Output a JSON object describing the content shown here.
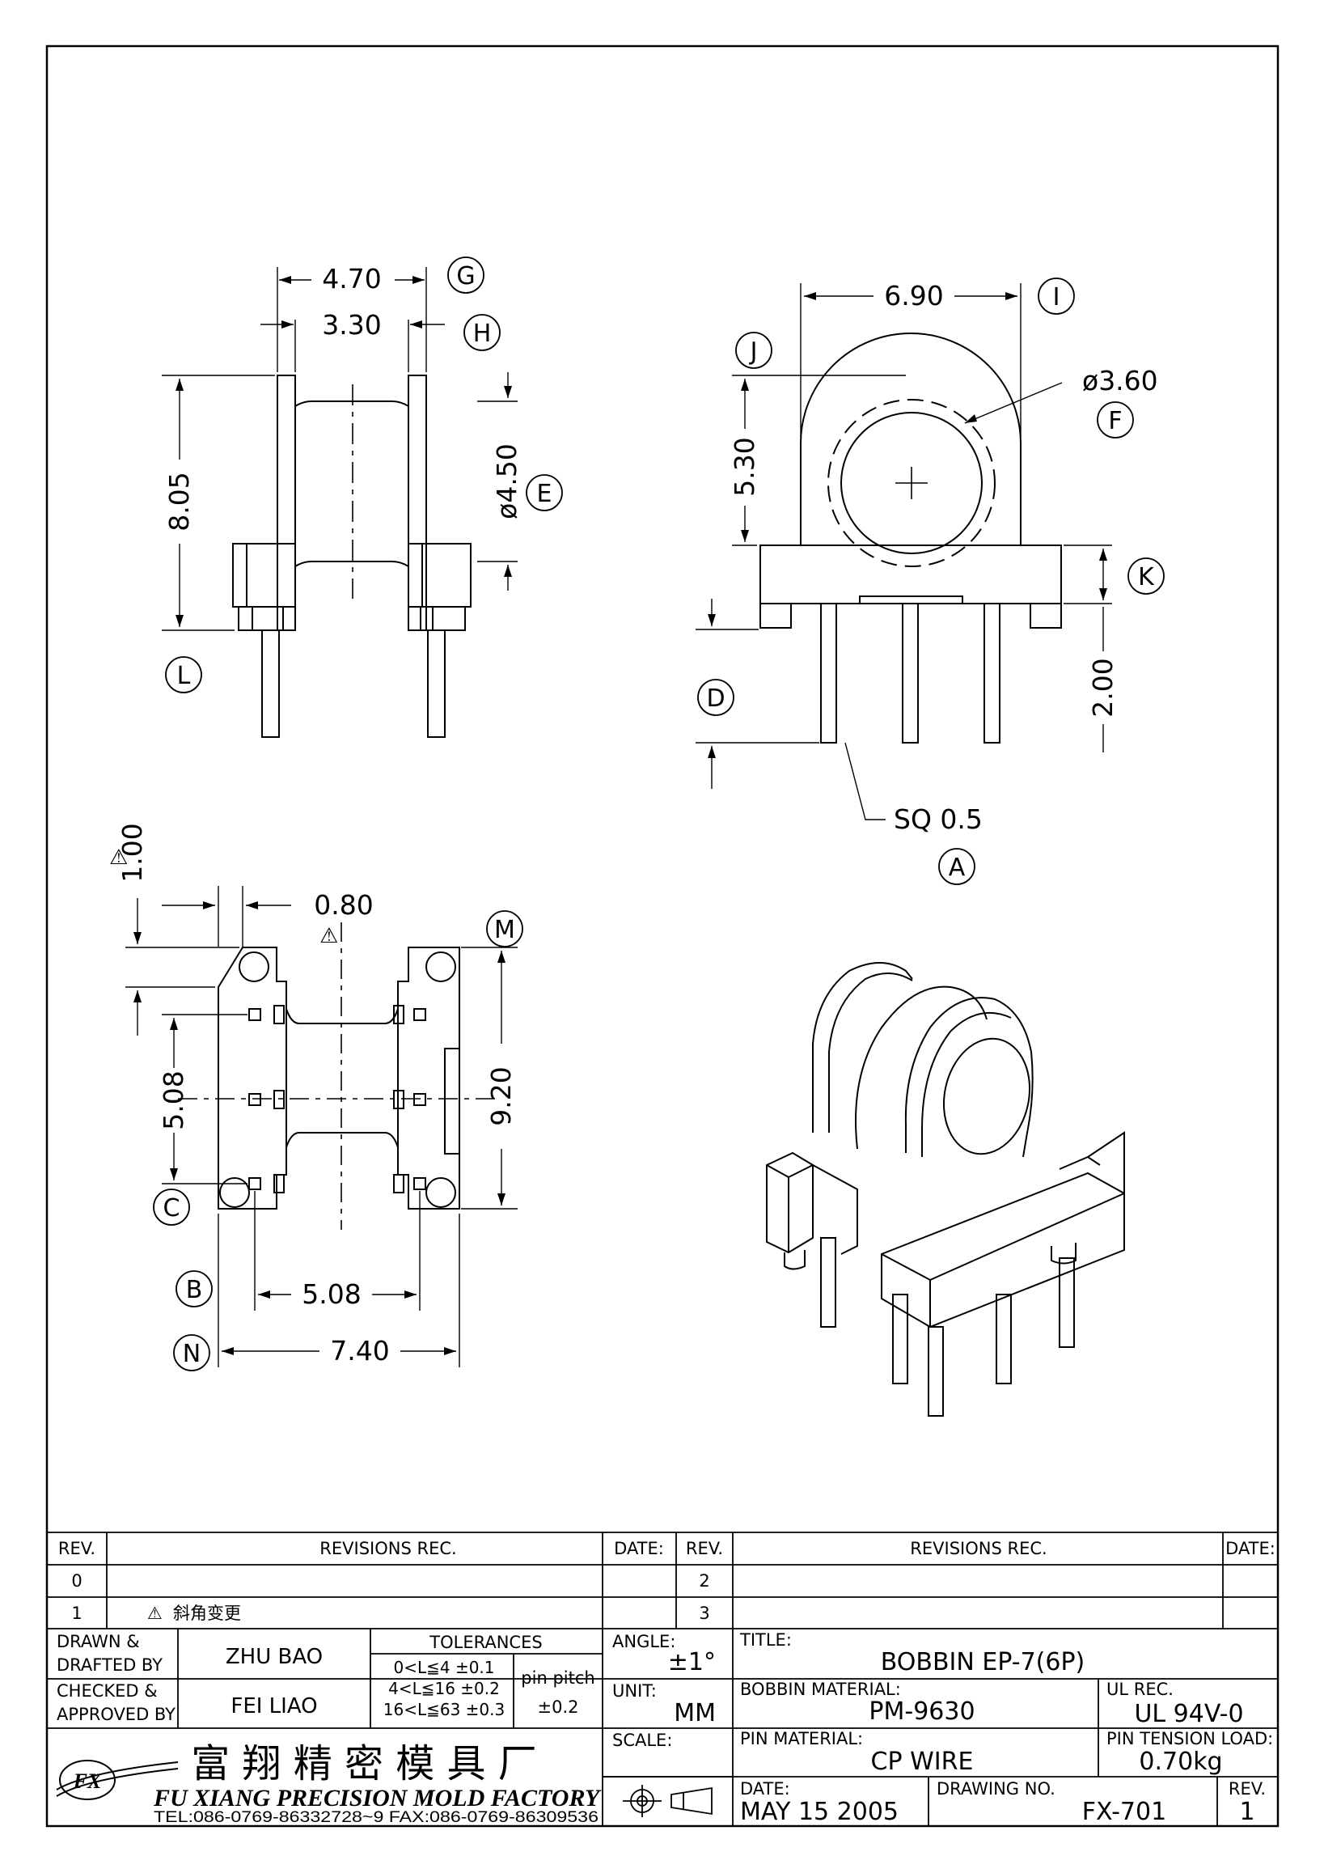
{
  "drawing": {
    "side_view": {
      "dims": {
        "width_outer": "4.70",
        "width_inner": "3.30",
        "height": "8.05",
        "core_dia": "ø4.50"
      },
      "labels": {
        "g": "G",
        "h": "H",
        "e": "E",
        "l": "L"
      }
    },
    "front_view": {
      "dims": {
        "width": "6.90",
        "height": "5.30",
        "hole_dia": "ø3.60",
        "pin_length": "2.00",
        "pin_section": "SQ 0.5"
      },
      "labels": {
        "i": "I",
        "j": "J",
        "f": "F",
        "k": "K",
        "d": "D",
        "a": "A"
      }
    },
    "bottom_view": {
      "dims": {
        "chamfer": "1.00",
        "flange_thk": "0.80",
        "pin_row": "5.08",
        "pin_pitch": "5.08",
        "length": "9.20",
        "width": "7.40"
      },
      "labels": {
        "m": "M",
        "c": "C",
        "b": "B",
        "n": "N"
      },
      "revision_marks": {
        "mark_1": "⚠",
        "mark_2": "⚠"
      }
    }
  },
  "title_block": {
    "revisions": {
      "headers": {
        "rev": "REV.",
        "rec": "REVISIONS  REC.",
        "date": "DATE:",
        "rev2": "REV.",
        "rec2": "REVISIONS  REC.",
        "date2": "DATE:"
      },
      "rows": [
        {
          "rev": "0",
          "note": "",
          "rev2": "2"
        },
        {
          "rev": "1",
          "mark": "⚠",
          "note": "斜角变更",
          "rev2": "3"
        }
      ]
    },
    "drawn_label_1": "DRAWN  &",
    "drawn_label_2": "DRAFTED BY",
    "drawn_by": "ZHU  BAO",
    "checked_label_1": "CHECKED  &",
    "checked_label_2": "APPROVED  BY",
    "checked_by": "FEI LIAO",
    "tolerances": {
      "title": "TOLERANCES",
      "rows": [
        "0<L≦4   ±0.1",
        "4<L≦16  ±0.2",
        "16<L≦63  ±0.3"
      ],
      "pin_pitch_label": "pin pitch",
      "pin_pitch_value": "±0.2"
    },
    "angle_label": "ANGLE:",
    "angle_value": "±1°",
    "unit_label": "UNIT:",
    "unit_value": "MM",
    "scale_label": "SCALE:",
    "title_label": "TITLE:",
    "title_value": "BOBBIN  EP-7(6P)",
    "bobbin_material_label": "BOBBIN  MATERIAL:",
    "bobbin_material_value": "PM-9630",
    "ul_label": "UL REC.",
    "ul_value": "UL  94V-0",
    "pin_material_label": "PIN  MATERIAL:",
    "pin_material_value": "CP  WIRE",
    "pin_tension_label": "PIN  TENSION  LOAD:",
    "pin_tension_value": "0.70kg",
    "date_label": "DATE:",
    "date_value": "MAY  15   2005",
    "drawing_no_label": "DRAWING  NO.",
    "drawing_no_value": "FX-701",
    "rev_label": "REV.",
    "rev_value": "1",
    "company_cn": "富 翔 精 密 模 具 厂",
    "company_en": "FU XIANG PRECISION MOLD FACTORY",
    "company_tel": "TEL:086-0769-86332728~9   FAX:086-0769-86309536",
    "logo_text": "FX"
  }
}
